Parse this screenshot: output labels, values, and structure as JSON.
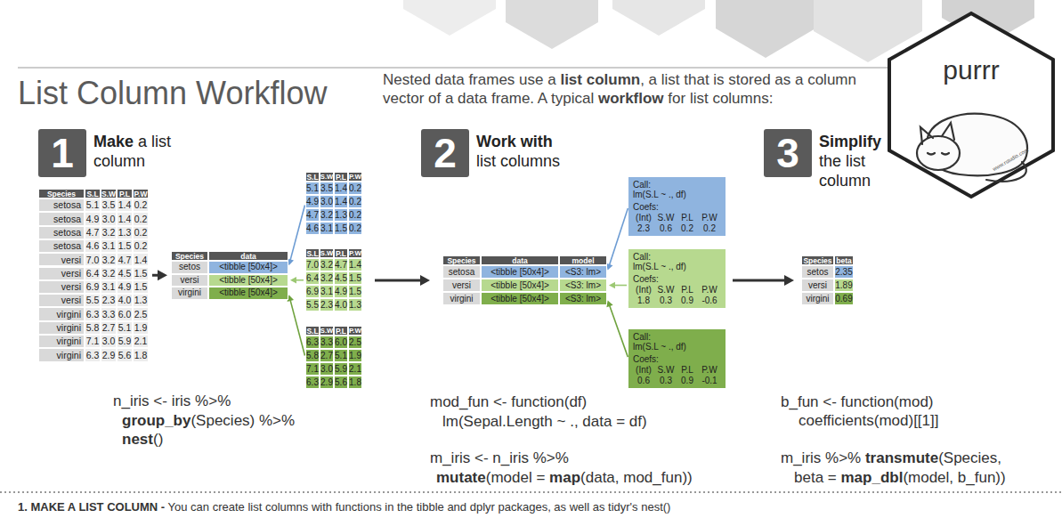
{
  "diagram": {
    "title": "List Column Workflow",
    "nodes": [
      {
        "text": [
          "1",
          "Make",
          "a list column"
        ]
      },
      {
        "text": [
          "Species",
          "S.L",
          "S.W",
          "P.L",
          "P.W",
          "setosa",
          "5.1",
          "3.5",
          "1.4",
          "0.2",
          "setosa",
          "4.9",
          "3.0",
          "1.4",
          "0.2",
          "setosa",
          "4.7",
          "3.2",
          "1.3",
          "0.2",
          "setosa",
          "4.6",
          "3.1",
          "1.5",
          "0.2",
          "versi",
          "7.0",
          "3.2",
          "4.7",
          "1.4",
          "versi",
          "6.4",
          "3.2",
          "4.5",
          "1.5",
          "versi",
          "6.9",
          "3.1",
          "4.9",
          "1.5",
          "versi",
          "5.5",
          "2.3",
          "4.0",
          "1.3",
          "virgini",
          "6.3",
          "3.3",
          "6.0",
          "2.5",
          "virgini",
          "5.8",
          "2.7",
          "5.1",
          "1.9",
          "virgini",
          "7.1",
          "3.0",
          "5.9",
          "2.1",
          "virgini",
          "6.3",
          "2.9",
          "5.6",
          "1.8"
        ]
      },
      {
        "text": [
          "Species",
          "data",
          "setos",
          "versi",
          "virgini"
        ]
      },
      {
        "text": [
          "<tibble [50x4]>"
        ],
        "in": 2
      },
      {
        "text": [
          "<tibble [50x4]>"
        ],
        "in": 2
      },
      {
        "text": [
          "<tibble [50x4]>"
        ],
        "in": 2
      },
      {
        "text": [
          "S.L",
          "S.W",
          "P.L",
          "P.W",
          "5.1",
          "3.5",
          "1.4",
          "0.2",
          "4.9",
          "3.0",
          "1.4",
          "0.2",
          "4.7",
          "3.2",
          "1.3",
          "0.2",
          "4.6",
          "3.1",
          "1.5",
          "0.2"
        ]
      },
      {
        "text": [
          "S.L",
          "S.W",
          "P.L",
          "P.W",
          "7.0",
          "3.2",
          "4.7",
          "1.4",
          "6.4",
          "3.2",
          "4.5",
          "1.5",
          "6.9",
          "3.1",
          "4.9",
          "1.5",
          "5.5",
          "2.3",
          "4.0",
          "1.3"
        ]
      },
      {
        "text": [
          "S.L",
          "S.W",
          "P.L",
          "P.W",
          "6.3",
          "3.3",
          "6.0",
          "2.5",
          "5.8",
          "2.7",
          "5.1",
          "1.9",
          "7.1",
          "3.0",
          "5.9",
          "2.1",
          "6.3",
          "2.9",
          "5.6",
          "1.8"
        ]
      },
      {
        "text": [
          "2",
          "Work with",
          "list columns"
        ]
      },
      {
        "text": [
          "Species",
          "data",
          "model",
          "setosa",
          "<tibble [50x4]>",
          "versi",
          "<tibble [50x4]>",
          "virgini",
          "<tibble [50x4]>"
        ]
      },
      {
        "text": [
          "<S3: lm>"
        ],
        "in": 10
      },
      {
        "text": [
          "<S3: lm>"
        ],
        "in": 10
      },
      {
        "text": [
          "<S3: lm>"
        ],
        "in": 10
      },
      {
        "text": [
          "Call:",
          "lm(S.L ~ ., df)",
          "Coefs:",
          "(Int)",
          "S.W",
          "P.L",
          "P.W",
          "2.3",
          "0.6",
          "0.2",
          "0.2"
        ]
      },
      {
        "text": [
          "Call:",
          "lm(S.L ~ ., df)",
          "Coefs:",
          "(Int)",
          "S.W",
          "P.L",
          "P.W",
          "1.8",
          "0.3",
          "0.9",
          "-0.6"
        ]
      },
      {
        "text": [
          "Call:",
          "lm(S.L ~ ., df)",
          "Coefs:",
          "(Int)",
          "S.W",
          "P.L",
          "P.W",
          "0.6",
          "0.3",
          "0.9",
          "-0.1"
        ]
      },
      {
        "text": [
          "3",
          "Simplify",
          "the list column"
        ]
      },
      {
        "text": [
          "Species",
          "beta",
          "setos",
          "2.35",
          "versi",
          "1.89",
          "virgini",
          "0.69"
        ]
      },
      {
        "text": [
          "purrr",
          "www.rstudio.com"
        ]
      }
    ],
    "edges": [
      {
        "from": 1,
        "to": 2,
        "arrow": "to"
      },
      {
        "from": 6,
        "to": 3,
        "arrow": "to"
      },
      {
        "from": 7,
        "to": 4,
        "arrow": "to"
      },
      {
        "from": 8,
        "to": 5,
        "arrow": "to"
      },
      {
        "from": 7,
        "to": 10,
        "arrow": "to"
      },
      {
        "from": 14,
        "to": 11,
        "arrow": "to"
      },
      {
        "from": 15,
        "to": 12,
        "arrow": "to"
      },
      {
        "from": 16,
        "to": 13,
        "arrow": "to"
      },
      {
        "from": 15,
        "to": 18,
        "arrow": "to"
      }
    ],
    "labels": [
      "Nested data frames use a",
      "list column",
      ", a list that is stored as a column vector of a data frame. A typical",
      "workflow",
      "for list columns:",
      "n_iris <- iris %>%",
      "group_by",
      "(Species) %>%",
      "nest",
      "()",
      "mod_fun <- function(df)",
      "lm(Sepal.Length ~ ., data = df)",
      "m_iris <- n_iris %>%",
      "mutate",
      "(model =",
      "map",
      "(data, mod_fun))",
      "b_fun <- function(mod)",
      "coefficients(mod)[[1]]",
      "m_iris %>%",
      "transmute",
      "(Species,",
      "beta =",
      "map_dbl",
      "(model, b_fun))",
      "1. MAKE A LIST COLUMN -",
      "You can create list columns with functions in the tibble and dplyr packages, as well as tidyr's nest()"
    ]
  }
}
